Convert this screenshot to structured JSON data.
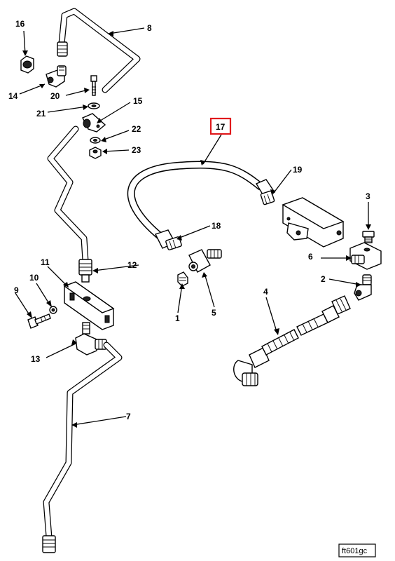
{
  "callouts": {
    "c1": "1",
    "c2": "2",
    "c3": "3",
    "c4": "4",
    "c5": "5",
    "c6": "6",
    "c7": "7",
    "c8": "8",
    "c9": "9",
    "c10": "10",
    "c11": "11",
    "c12": "12",
    "c13": "13",
    "c14": "14",
    "c15": "15",
    "c16": "16",
    "c17": "17",
    "c18": "18",
    "c19": "19",
    "c20": "20",
    "c21": "21",
    "c22": "22",
    "c23": "23"
  },
  "highlighted_callout": "17",
  "figure_id": "ft601gc",
  "colors": {
    "highlight": "#e0191c",
    "line": "#000000",
    "background": "#ffffff"
  }
}
